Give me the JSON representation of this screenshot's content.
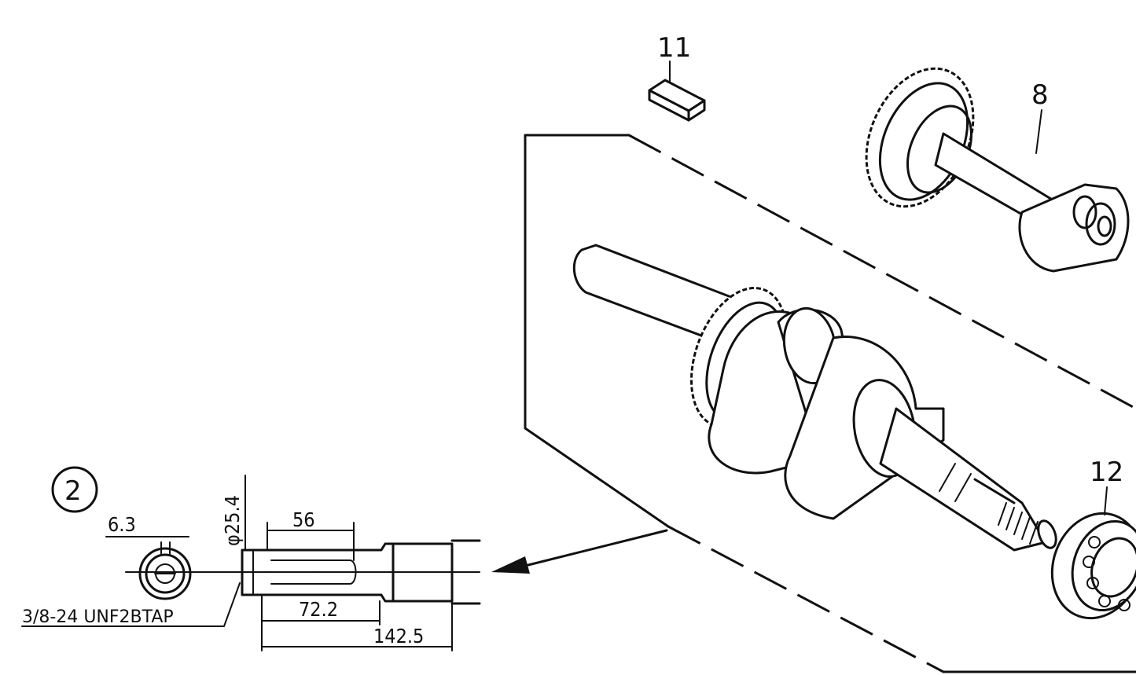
{
  "callouts": {
    "key": "11",
    "camshaft": "8",
    "bearing": "12",
    "variant": "2"
  },
  "dimensions": {
    "keyway_width": "6.3",
    "shaft_diameter": "φ25.4",
    "keyway_length": "56",
    "taper_length": "72.2",
    "overall_length": "142.5"
  },
  "thread_note": "3/8-24 UNF2BTAP",
  "icons": [
    "woodruff-key-icon",
    "camshaft-icon",
    "crankshaft-icon",
    "ball-bearing-icon",
    "shaft-end-view-icon"
  ]
}
